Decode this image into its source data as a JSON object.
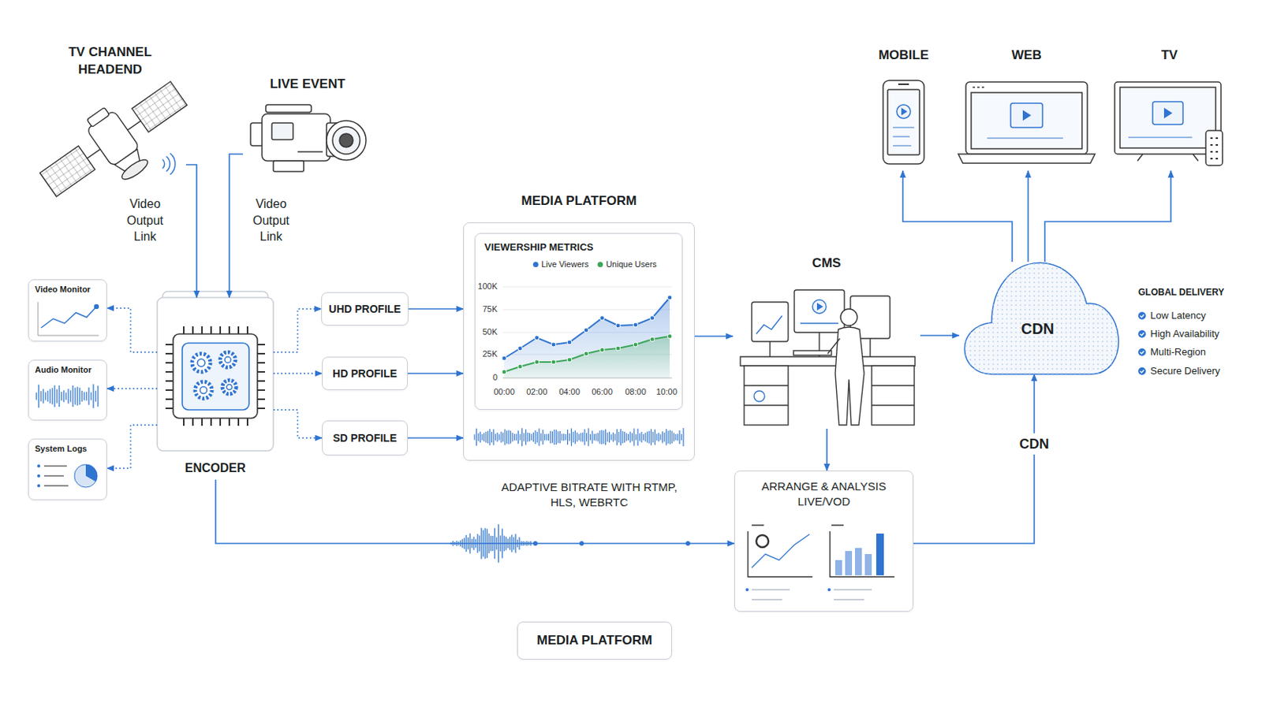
{
  "diagram": {
    "nodes": [
      {
        "text": [
          "TV CHANNEL HEADEND"
        ]
      },
      {
        "text": [
          "LIVE EVENT"
        ]
      },
      {
        "text": [
          "Video Monitor"
        ]
      },
      {
        "text": [
          "Audio Monitor"
        ]
      },
      {
        "text": [
          "System Logs"
        ]
      },
      {
        "text": [
          "ENCODER"
        ]
      },
      {
        "text": [
          "UHD PROFILE"
        ]
      },
      {
        "text": [
          "HD PROFILE"
        ]
      },
      {
        "text": [
          "SD PROFILE"
        ]
      },
      {
        "text": [
          "MEDIA PLATFORM"
        ]
      },
      {
        "text": [
          "VIEWERSHIP METRICS"
        ],
        "in": 9
      },
      {
        "text": [
          "CMS"
        ]
      },
      {
        "text": [
          "ARRANGE & ANALYSIS LIVE/VOD"
        ]
      },
      {
        "text": [
          "MOBILE"
        ]
      },
      {
        "text": [
          "WEB"
        ]
      },
      {
        "text": [
          "TV"
        ]
      },
      {
        "text": [
          "CDN"
        ]
      },
      {
        "text": [
          "MEDIA PLATFORM"
        ]
      }
    ],
    "edges": [
      {
        "from": 0,
        "to": 5,
        "arrow": "to",
        "label": "Video Output Link"
      },
      {
        "from": 1,
        "to": 5,
        "arrow": "to",
        "label": "Video Output Link"
      },
      {
        "from": 5,
        "to": 2,
        "arrow": "to"
      },
      {
        "from": 5,
        "to": 3,
        "arrow": "to"
      },
      {
        "from": 5,
        "to": 4,
        "arrow": "to"
      },
      {
        "from": 5,
        "to": 6,
        "arrow": "to"
      },
      {
        "from": 5,
        "to": 7,
        "arrow": "to"
      },
      {
        "from": 5,
        "to": 8,
        "arrow": "to"
      },
      {
        "from": 6,
        "to": 9,
        "arrow": "to"
      },
      {
        "from": 7,
        "to": 9,
        "arrow": "to"
      },
      {
        "from": 8,
        "to": 9,
        "arrow": "to"
      },
      {
        "from": 9,
        "to": 11,
        "arrow": "to"
      },
      {
        "from": 11,
        "to": 16,
        "arrow": "to"
      },
      {
        "from": 11,
        "to": 12,
        "arrow": "to"
      },
      {
        "from": 5,
        "to": 12,
        "arrow": "to",
        "label": "ADAPTIVE BITRATE WITH RTMP, HLS, WEBRTC"
      },
      {
        "from": 12,
        "to": 16,
        "arrow": "to",
        "label": "CDN"
      },
      {
        "from": 16,
        "to": 13,
        "arrow": "to"
      },
      {
        "from": 16,
        "to": 14,
        "arrow": "to"
      },
      {
        "from": 16,
        "to": 15,
        "arrow": "to"
      }
    ],
    "labels": [
      "100K",
      "75K",
      "50K",
      "25K",
      "0",
      "00:00",
      "02:00",
      "04:00",
      "06:00",
      "08:00",
      "10:00",
      "GLOBAL DELIVERY",
      "Low Latency",
      "High Availability",
      "Multi-Region",
      "Secure Delivery"
    ],
    "legend": [
      {
        "text": "Live Viewers",
        "color": "#2f74d0"
      },
      {
        "text": "Unique Users",
        "color": "#3aa657"
      }
    ]
  }
}
